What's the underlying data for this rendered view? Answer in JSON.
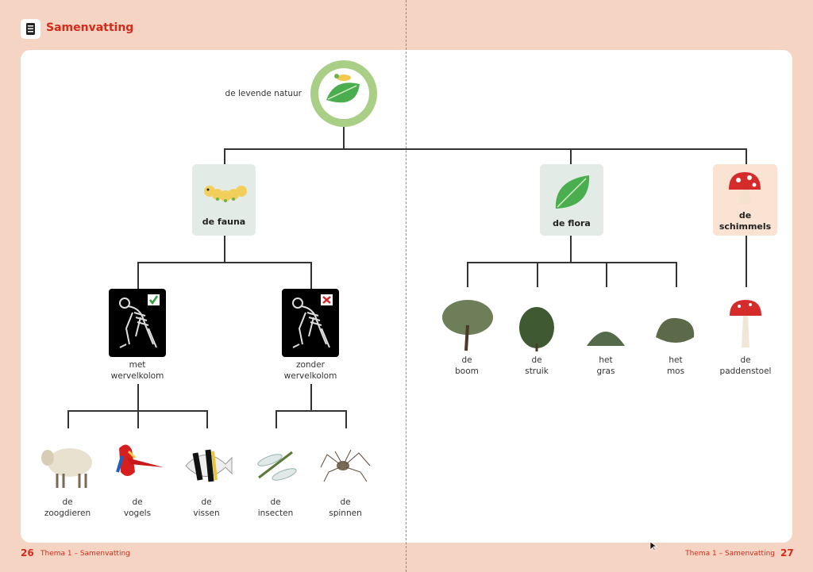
{
  "header": {
    "title": "Samenvatting",
    "icon": "checklist-icon"
  },
  "root": {
    "label": "de levende natuur"
  },
  "categories": {
    "fauna": "de fauna",
    "flora": "de flora",
    "schimmels_1": "de",
    "schimmels_2": "schimmels"
  },
  "fauna_groups": [
    {
      "l1": "met",
      "l2": "wervelkolom",
      "mark": "check"
    },
    {
      "l1": "zonder",
      "l2": "wervelkolom",
      "mark": "cross"
    }
  ],
  "animals": [
    {
      "l1": "de",
      "l2": "zoogdieren"
    },
    {
      "l1": "de",
      "l2": "vogels"
    },
    {
      "l1": "de",
      "l2": "vissen"
    },
    {
      "l1": "de",
      "l2": "insecten"
    },
    {
      "l1": "de",
      "l2": "spinnen"
    }
  ],
  "plants": [
    {
      "l1": "de",
      "l2": "boom"
    },
    {
      "l1": "de",
      "l2": "struik"
    },
    {
      "l1": "het",
      "l2": "gras"
    },
    {
      "l1": "het",
      "l2": "mos"
    }
  ],
  "fungi": [
    {
      "l1": "de",
      "l2": "paddenstoel"
    }
  ],
  "footer": {
    "left_page": "26",
    "left_text": "Thema 1 – Samenvatting",
    "right_text": "Thema 1 – Samenvatting",
    "right_page": "27"
  },
  "colors": {
    "accent": "#d42a1a",
    "page": "#f6d4c3",
    "fauna_box": "#e2ebe6",
    "fungi_box": "#fbe3d3"
  }
}
